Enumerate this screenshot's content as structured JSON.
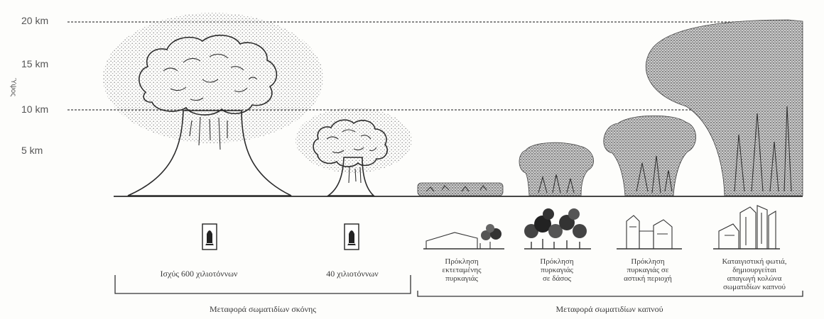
{
  "axis": {
    "title": "Ύψος",
    "ticks": [
      "20 km",
      "15 km",
      "10 km",
      "5 km"
    ]
  },
  "scenes": {
    "nuclear_600": "Ισχύς 600 χιλιοτόννων",
    "nuclear_40": "40 χιλιοτόννων",
    "grass_fire": [
      "Πρόκληση",
      "εκτεταμένης",
      "πυρκαγιάς"
    ],
    "forest_fire": [
      "Πρόκληση",
      "πυρκαγιάς",
      "σε δάσος"
    ],
    "urban_fire": [
      "Πρόκληση",
      "πυρκαγιάς σε",
      "αστική περιοχή"
    ],
    "firestorm": [
      "Καταιγιστική φωτιά,",
      "δημιουργείται",
      "απαγωγή κολώνα",
      "σωματιδίων καπνού"
    ]
  },
  "groups": {
    "dust": "Μεταφορά σωματιδίων σκόνης",
    "smoke": "Μεταφορά σωματιδίων καπνού"
  },
  "colors": {
    "ink": "#2b2b2b",
    "stipple": "#8a8a8a",
    "paper": "#fdfdfb"
  }
}
